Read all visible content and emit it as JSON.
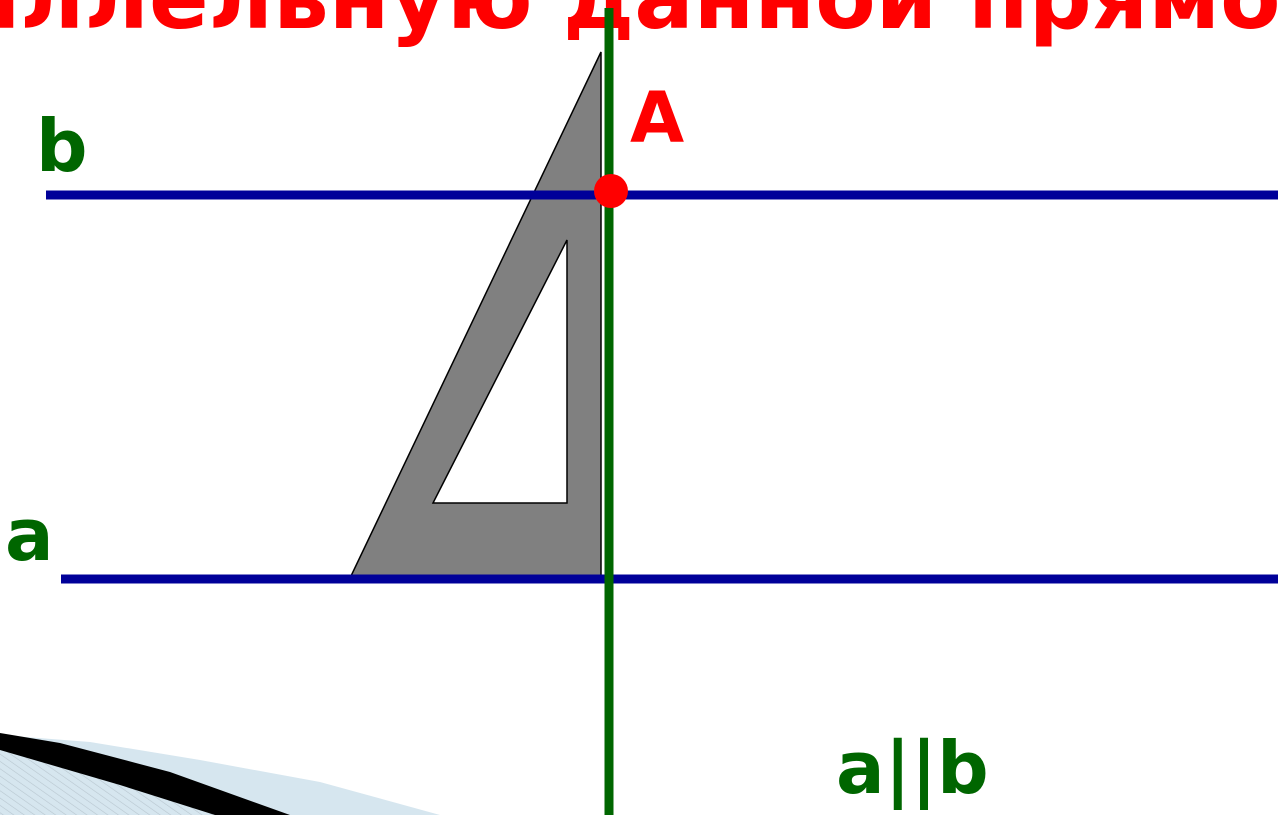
{
  "title": "раллельную данной прямой",
  "colors": {
    "title": "#ff0000",
    "line": "#000099",
    "perpendicular": "#006600",
    "label": "#006600",
    "point": "#ff0000",
    "triangle_fill": "#808080",
    "triangle_stroke": "#000000",
    "deco_light": "#d6e6ef",
    "deco_dark": "#000000"
  },
  "labels": {
    "line_b": "b",
    "line_a": "a",
    "point_a": "A",
    "relation": "a||b"
  },
  "icons": {
    "set_square": "triangle-ruler-icon",
    "corner": "slide-corner-decoration"
  }
}
